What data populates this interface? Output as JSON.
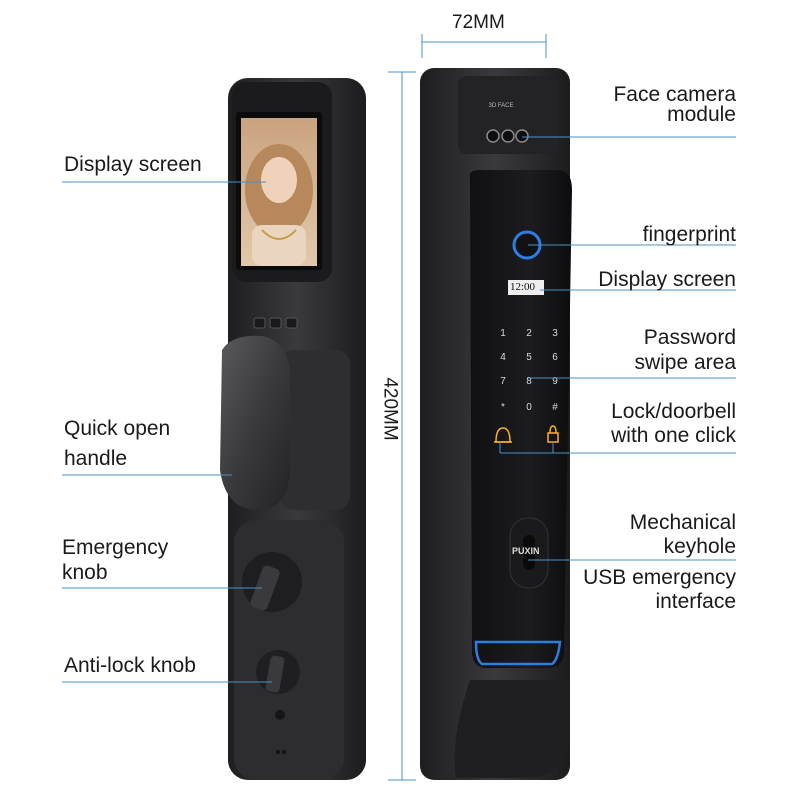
{
  "dimensions": {
    "width": "72MM",
    "height": "420MM"
  },
  "left_labels": {
    "display_screen": "Display screen",
    "quick_open_handle_1": "Quick open",
    "quick_open_handle_2": "handle",
    "emergency_knob_1": "Emergency",
    "emergency_knob_2": "knob",
    "anti_lock_knob": "Anti-lock knob"
  },
  "right_labels": {
    "face_camera_1": "Face camera",
    "face_camera_2": "module",
    "fingerprint": "fingerprint",
    "display_screen": "Display screen",
    "password_1": "Password",
    "password_2": "swipe area",
    "lock_doorbell_1": "Lock/doorbell",
    "lock_doorbell_2": "with one click",
    "mech_keyhole_1": "Mechanical",
    "mech_keyhole_2": "keyhole",
    "usb_1": "USB emergency",
    "usb_2": "interface"
  },
  "device": {
    "camera_marking": "3D FACE",
    "clock": "12:00",
    "keypad": [
      "1",
      "2",
      "3",
      "4",
      "5",
      "6",
      "7",
      "8",
      "9",
      "*",
      "0",
      "#"
    ],
    "brand": "PUXIN"
  },
  "colors": {
    "body": "#2b2b2e",
    "line": "#4a90c8",
    "accent": "#2f7de1"
  }
}
